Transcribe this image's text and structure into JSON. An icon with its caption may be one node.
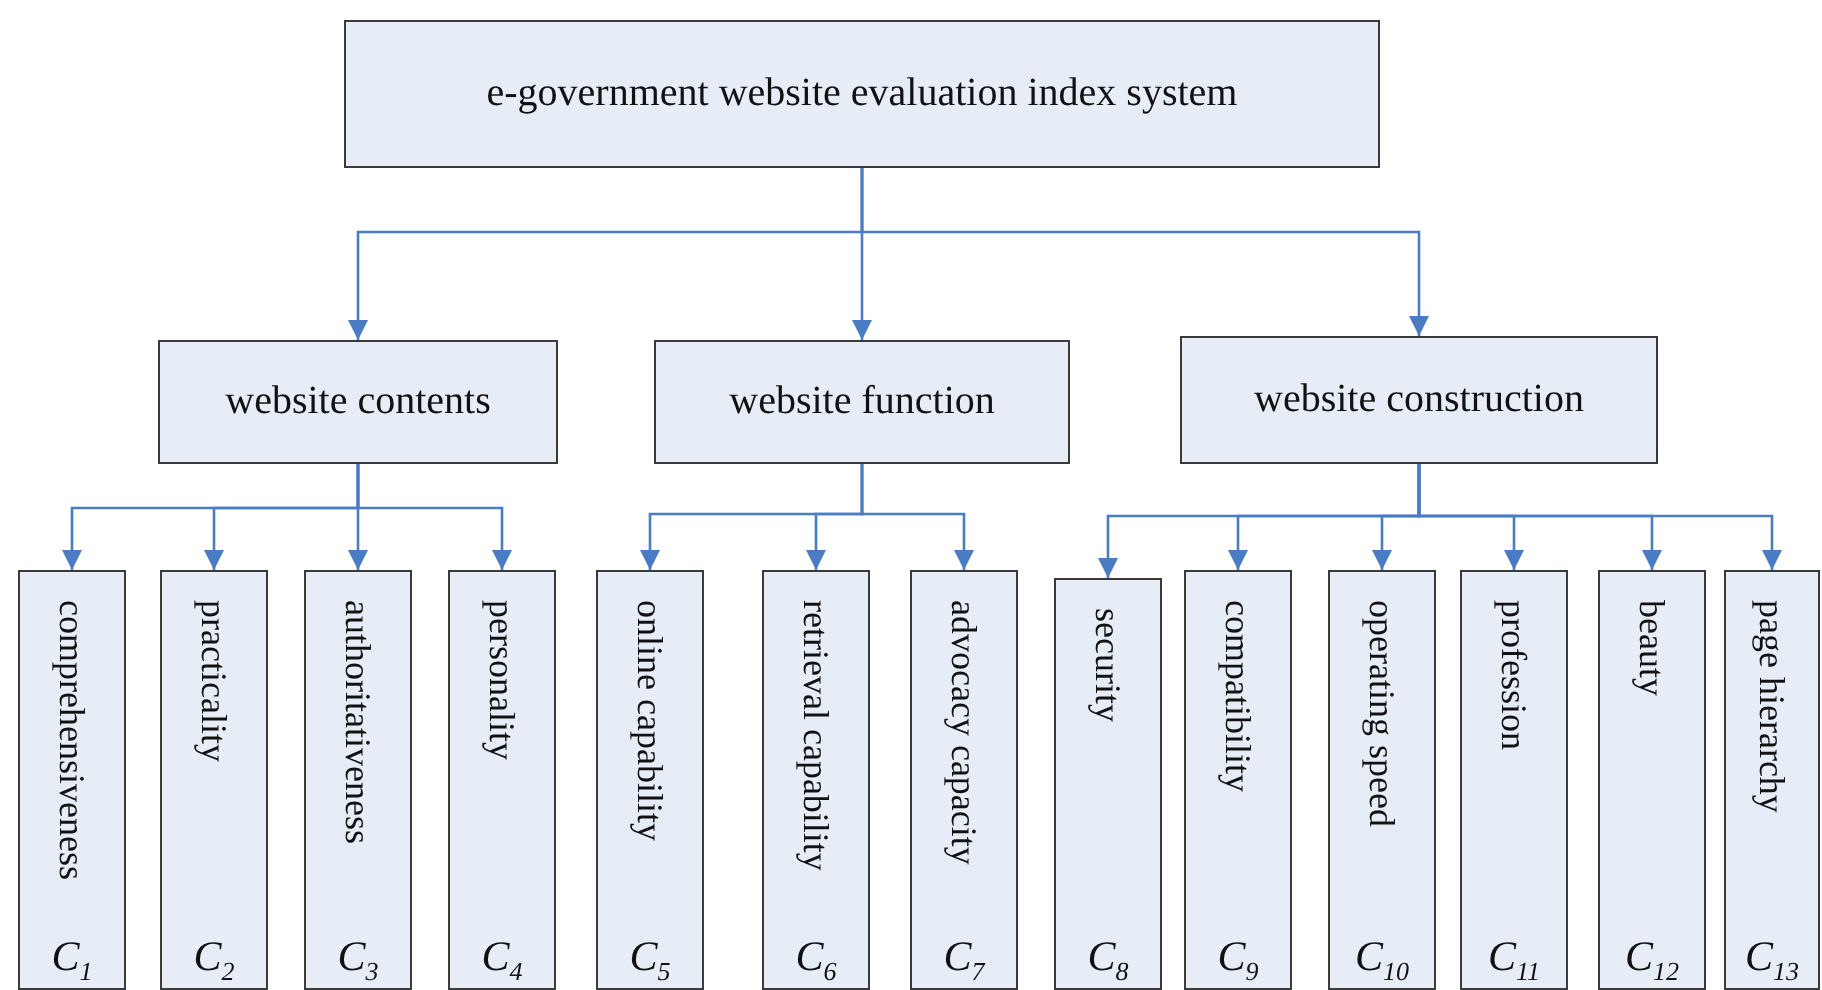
{
  "diagram": {
    "nodes": [
      {
        "text": [
          "e-government website evaluation index system"
        ]
      },
      {
        "text": [
          "website contents"
        ]
      },
      {
        "text": [
          "website function"
        ]
      },
      {
        "text": [
          "website construction"
        ]
      },
      {
        "text": [
          "comprehensiveness",
          "C$_{1}$"
        ]
      },
      {
        "text": [
          "practicality",
          "C$_{2}$"
        ]
      },
      {
        "text": [
          "authoritativeness",
          "C$_{3}$"
        ]
      },
      {
        "text": [
          "personality",
          "C$_{4}$"
        ]
      },
      {
        "text": [
          "online capability",
          "C$_{5}$"
        ]
      },
      {
        "text": [
          "retrieval capability",
          "C$_{6}$"
        ]
      },
      {
        "text": [
          "advocacy capacity",
          "C$_{7}$"
        ]
      },
      {
        "text": [
          "security",
          "C$_{8}$"
        ]
      },
      {
        "text": [
          "compatibility",
          "C$_{9}$"
        ]
      },
      {
        "text": [
          "operating speed",
          "C$_{10}$"
        ]
      },
      {
        "text": [
          "profession",
          "C$_{11}$"
        ]
      },
      {
        "text": [
          "beauty",
          "C$_{12}$"
        ]
      },
      {
        "text": [
          "page hierarchy",
          "C$_{13}$"
        ]
      }
    ],
    "edges": [
      {
        "from": 0,
        "to": 1,
        "arrow": "to"
      },
      {
        "from": 0,
        "to": 2,
        "arrow": "to"
      },
      {
        "from": 0,
        "to": 3,
        "arrow": "to"
      },
      {
        "from": 1,
        "to": 4,
        "arrow": "to"
      },
      {
        "from": 1,
        "to": 5,
        "arrow": "to"
      },
      {
        "from": 1,
        "to": 6,
        "arrow": "to"
      },
      {
        "from": 1,
        "to": 7,
        "arrow": "to"
      },
      {
        "from": 2,
        "to": 8,
        "arrow": "to"
      },
      {
        "from": 2,
        "to": 9,
        "arrow": "to"
      },
      {
        "from": 2,
        "to": 10,
        "arrow": "to"
      },
      {
        "from": 3,
        "to": 11,
        "arrow": "to"
      },
      {
        "from": 3,
        "to": 12,
        "arrow": "to"
      },
      {
        "from": 3,
        "to": 13,
        "arrow": "to"
      },
      {
        "from": 3,
        "to": 14,
        "arrow": "to"
      },
      {
        "from": 3,
        "to": 15,
        "arrow": "to"
      },
      {
        "from": 3,
        "to": 16,
        "arrow": "to"
      }
    ]
  }
}
